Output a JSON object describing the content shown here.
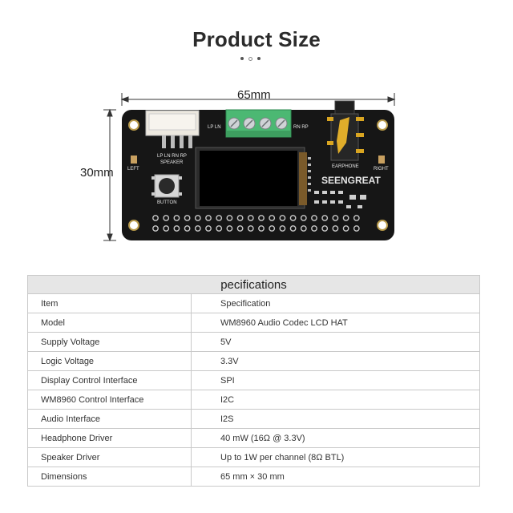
{
  "header": {
    "title": "Product Size"
  },
  "dimensions": {
    "width_label": "65mm",
    "height_label": "30mm"
  },
  "board": {
    "brand": "SEENGREAT",
    "labels": {
      "terminal_left": "LP  LN",
      "terminal_right": "RN  RP",
      "speaker_pins": "LP  LN  RN  RP",
      "speaker": "SPEAKER",
      "button": "BUTTON",
      "earphone": "EARPHONE",
      "left": "LEFT",
      "right": "RIGHT"
    }
  },
  "spec_table": {
    "title": "pecifications",
    "rows": [
      [
        "Item",
        "Specification"
      ],
      [
        "Model",
        "WM8960 Audio Codec LCD HAT"
      ],
      [
        "Supply Voltage",
        "5V"
      ],
      [
        "Logic Voltage",
        "3.3V"
      ],
      [
        "Display Control Interface",
        "SPI"
      ],
      [
        "WM8960 Control Interface",
        "I2C"
      ],
      [
        "Audio Interface",
        "I2S"
      ],
      [
        "Headphone Driver",
        "40 mW (16Ω @ 3.3V)"
      ],
      [
        "Speaker Driver",
        "Up to 1W per channel (8Ω BTL)"
      ],
      [
        "Dimensions",
        "65 mm × 30 mm"
      ]
    ]
  }
}
